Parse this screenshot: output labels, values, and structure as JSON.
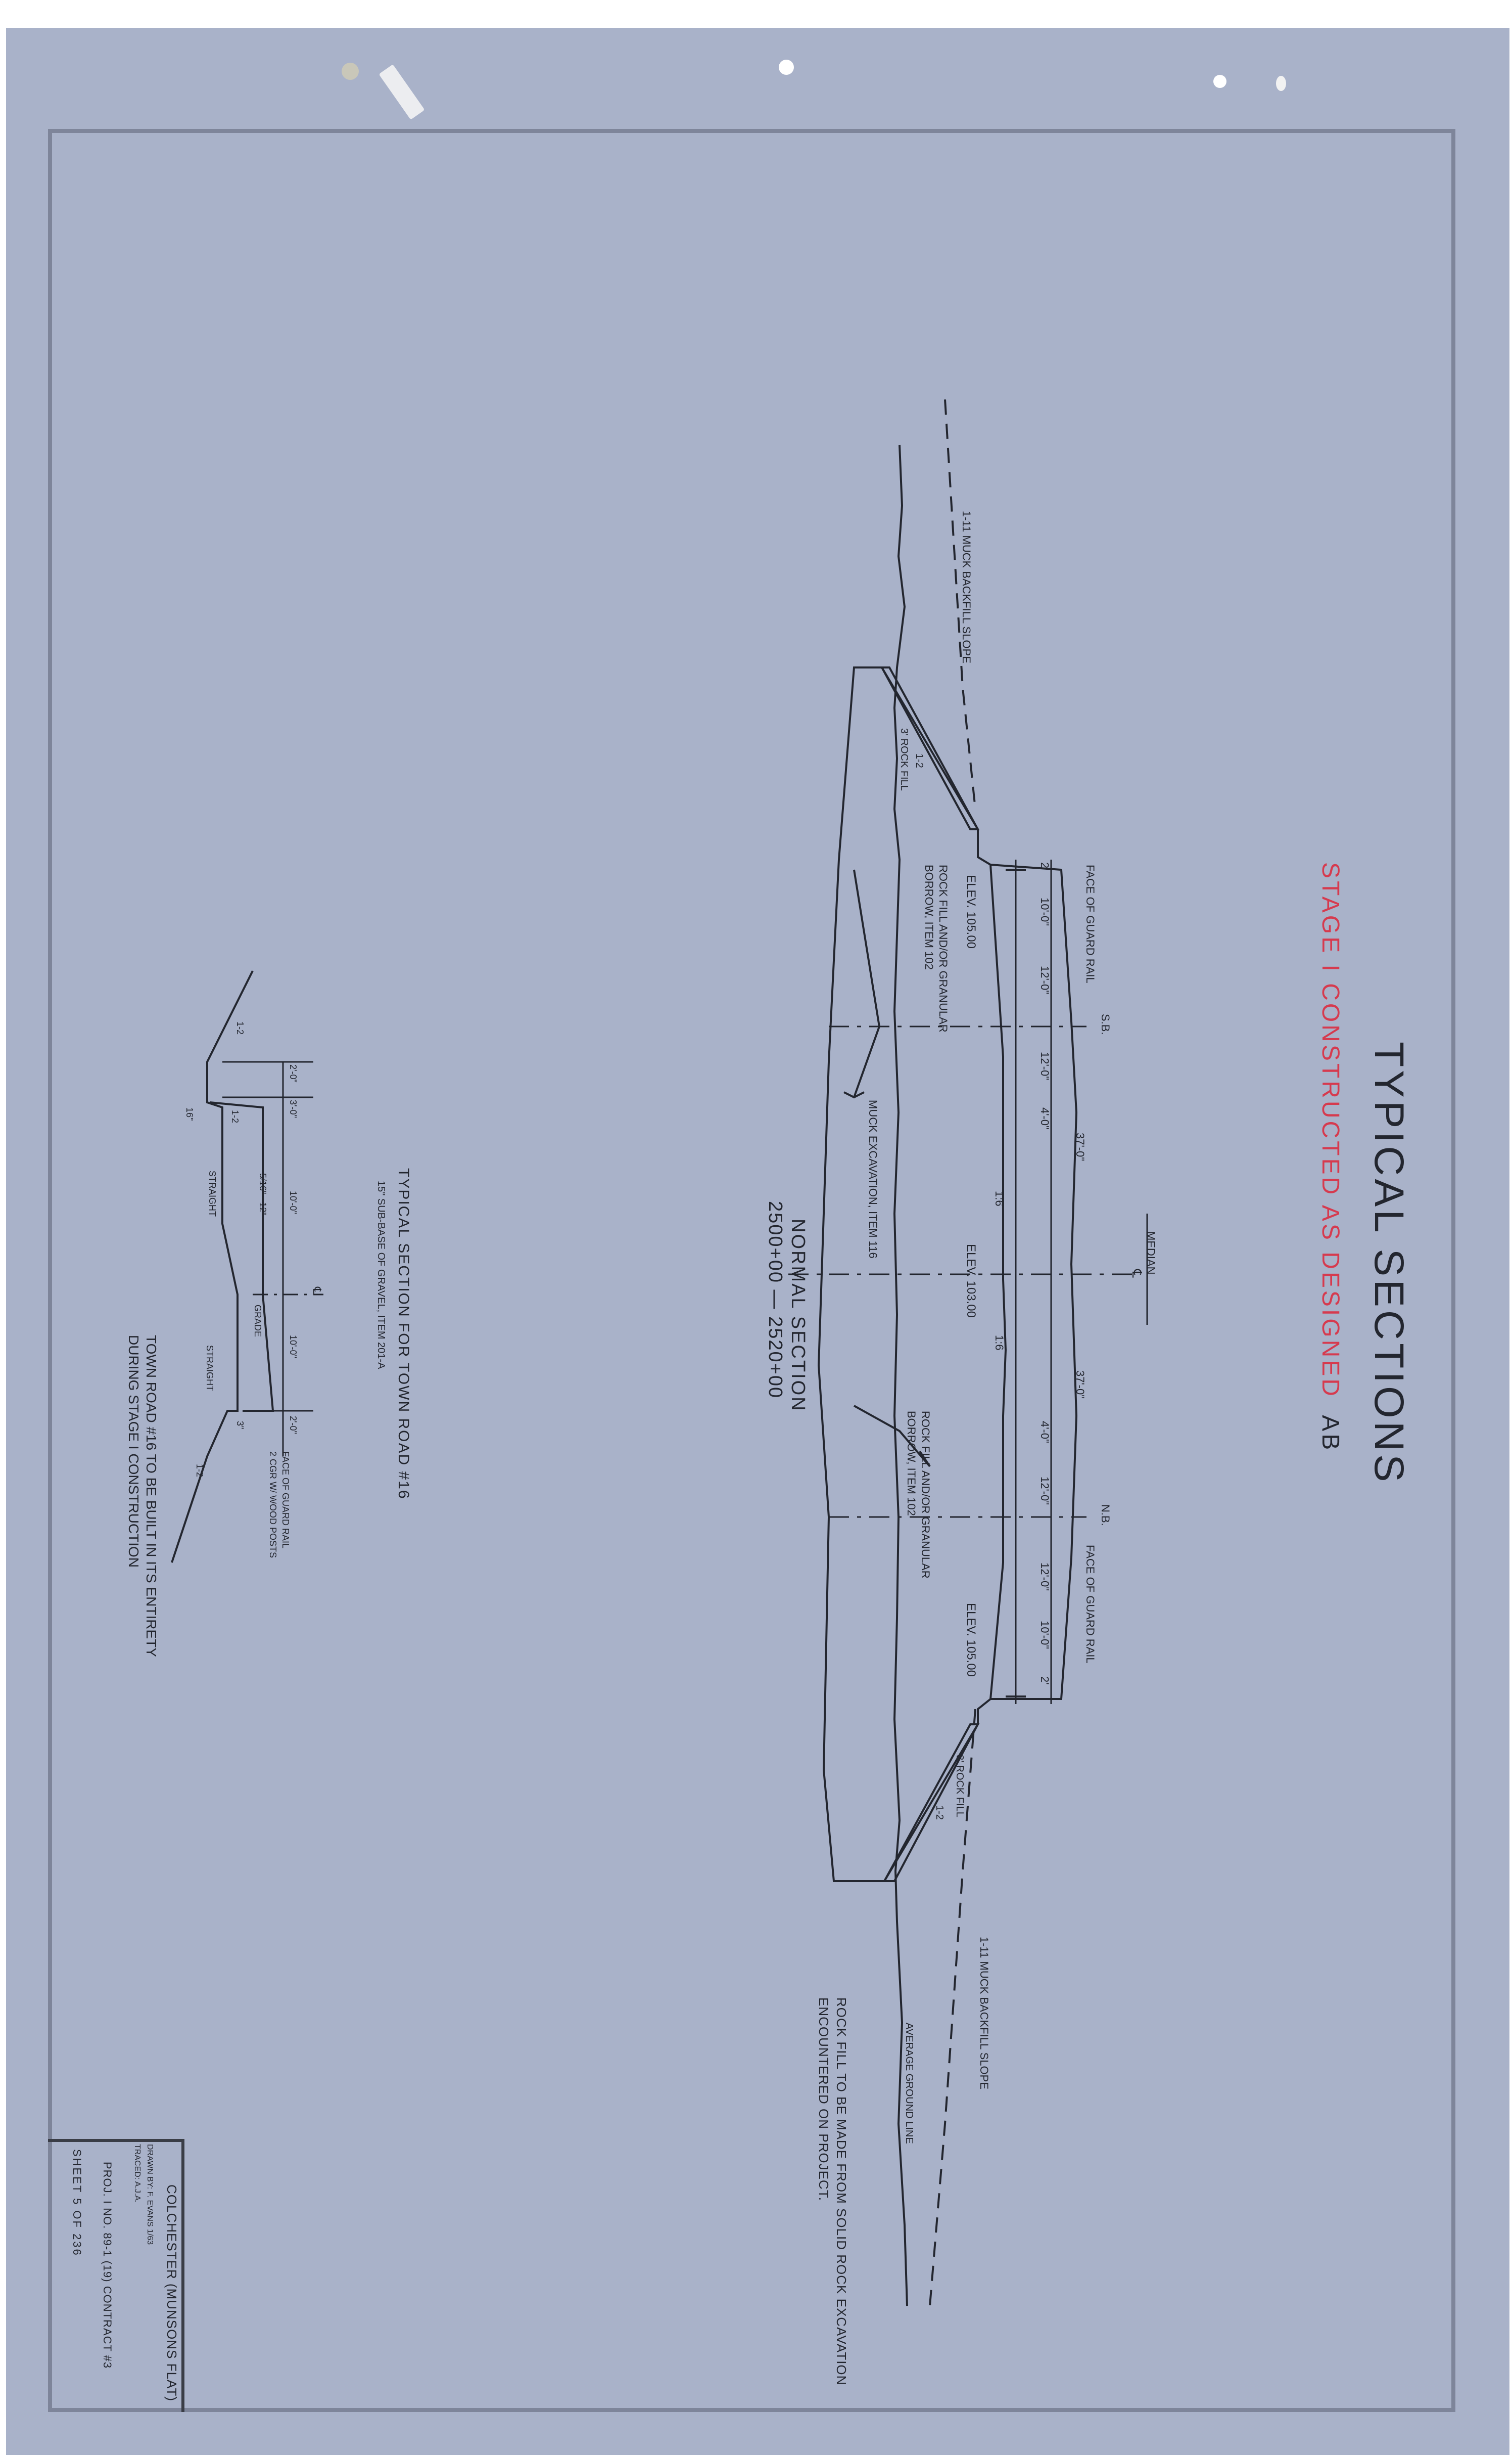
{
  "title": {
    "main": "TYPICAL SECTIONS",
    "stage_note": "STAGE I CONSTRUCTED AS DESIGNED",
    "initials": "AB"
  },
  "normal_section": {
    "label": "NORMAL SECTION",
    "stations": "2500+00 — 2520+00",
    "median": "MEDIAN",
    "median_cl": "℄",
    "sb_label": "S.B.",
    "nb_label": "N.B.",
    "face_guard_rail_left": "FACE OF GUARD RAIL",
    "face_guard_rail_right": "FACE OF GUARD RAIL",
    "dims_left": [
      "2'",
      "10'-0\"",
      "12'-0\"",
      "12'-0\"",
      "4'-0\"",
      "37'-0\""
    ],
    "dims_right": [
      "37'-0\"",
      "4'-0\"",
      "12'-0\"",
      "12'-0\"",
      "10'-0\"",
      "2'"
    ],
    "elev_left": "ELEV. 105.00",
    "elev_center": "ELEV. 103.00",
    "elev_right": "ELEV. 105.00",
    "slope_left": "1:6",
    "slope_right": "1:6",
    "rock_fill_left": "ROCK FILL AND/OR GRANULAR BORROW, ITEM 102",
    "rock_fill_right": "ROCK FILL AND/OR GRANULAR BORROW, ITEM 102",
    "muck_excavation": "MUCK EXCAVATION, ITEM 116",
    "muck_backfill_left": "1-11 MUCK BACKFILL SLOPE",
    "muck_backfill_right": "1-11 MUCK BACKFILL SLOPE",
    "rock_fill_slope_left": "1-2",
    "rock_fill_slope_right": "1-2",
    "rock_fill_thick_left": "3' ROCK FILL",
    "rock_fill_thick_right": "3' ROCK FILL",
    "average_ground_line": "AVERAGE GROUND LINE",
    "rock_fill_note_1": "ROCK FILL TO BE MADE FROM SOLID ROCK EXCAVATION",
    "rock_fill_note_2": "ENCOUNTERED ON PROJECT."
  },
  "town_road_section": {
    "label": "TYPICAL SECTION FOR TOWN ROAD #16",
    "subbase": "15\" SUB-BASE OF GRAVEL, ITEM 201-A",
    "note_1": "TOWN ROAD #16 TO BE BUILT IN ITS ENTIRETY",
    "note_2": "DURING STAGE I CONSTRUCTION",
    "face_guard_rail": "FACE OF GUARD RAIL",
    "guard_rail_posts": "2 CGR W/ WOOD POSTS",
    "grade": "GRADE",
    "straight_left": "STRAIGHT",
    "straight_right": "STRAIGHT",
    "crown": "5/16\" - 12\"",
    "slope_left": "1-2",
    "slope_right": "1-2",
    "slope_inner": "1-2",
    "depth": "16\"",
    "depth_right": "3\"",
    "dims": [
      "2'-0\"",
      "3'-0\"",
      "10'-0\"",
      "10'-0\"",
      "2'-0\""
    ],
    "cl": "℄"
  },
  "title_block": {
    "project_name": "COLCHESTER (MUNSONS FLAT)",
    "drawn_by": "DRAWN BY: F. EVANS 1/63",
    "traced_by": "TRACED: A.J.A.",
    "project_no": "PROJ. I NO. 89-1 (19) CONTRACT #3",
    "sheet": "SHEET 5 OF 236"
  },
  "colors": {
    "paper": "#a9b2c9",
    "ink": "#23262f",
    "stamp_red": "#d63a4e",
    "border": "#7e859a"
  }
}
